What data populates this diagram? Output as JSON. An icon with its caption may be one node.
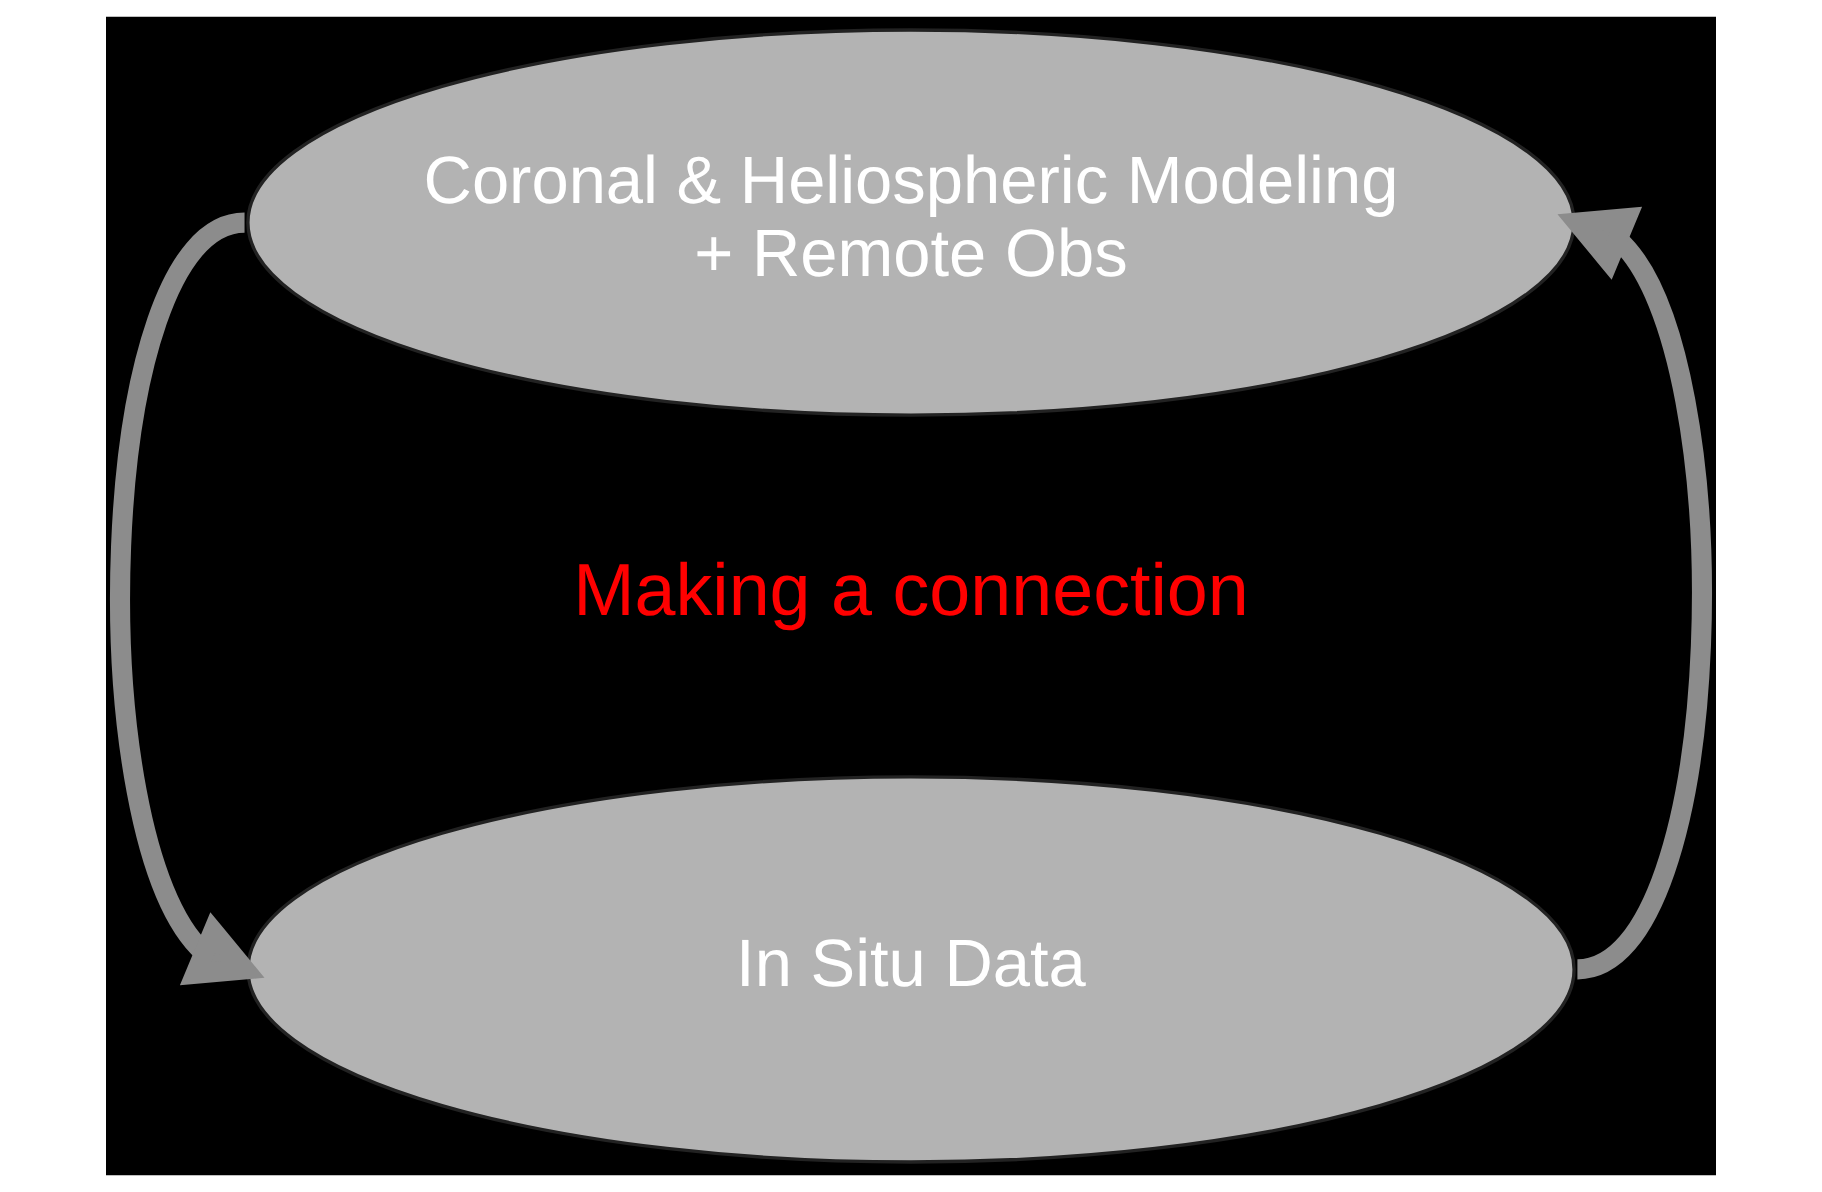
{
  "diagram": {
    "nodes": [
      {
        "text": [
          "Coronal & Heliospheric Modeling + Remote Obs"
        ]
      },
      {
        "text": [
          "In Situ Data"
        ]
      }
    ],
    "edges": [
      {
        "from": 0,
        "to": 1,
        "arrow": "to"
      },
      {
        "from": 1,
        "to": 0,
        "arrow": "to"
      }
    ],
    "labels": [
      "Making a connection"
    ]
  }
}
